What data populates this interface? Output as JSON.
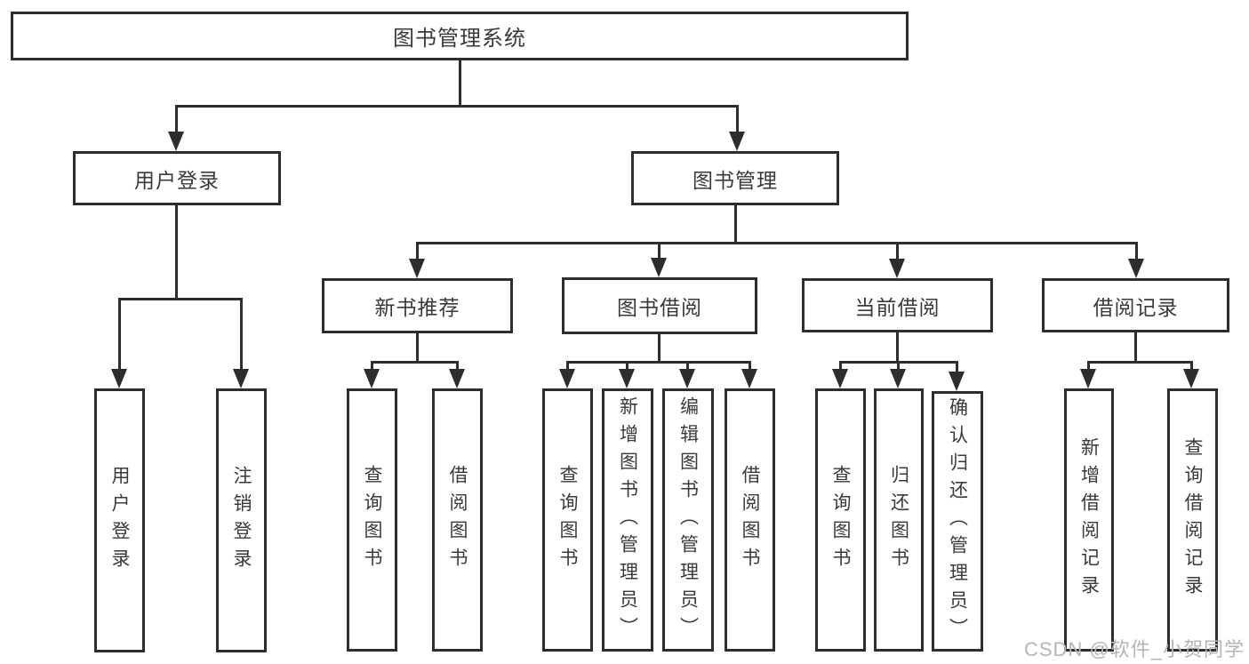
{
  "tree": {
    "root": "图书管理系统",
    "branches": [
      {
        "label": "用户登录",
        "children": [
          "用户登录",
          "注销登录"
        ]
      },
      {
        "label": "图书管理",
        "groups": [
          {
            "label": "新书推荐",
            "children": [
              "查询图书",
              "借阅图书"
            ]
          },
          {
            "label": "图书借阅",
            "children": [
              "查询图书",
              "新增图书（管理员）",
              "编辑图书（管理员）",
              "借阅图书"
            ]
          },
          {
            "label": "当前借阅",
            "children": [
              "查询图书",
              "归还图书",
              "确认归还（管理员）"
            ]
          },
          {
            "label": "借阅记录",
            "children": [
              "新增借阅记录",
              "查询借阅记录"
            ]
          }
        ]
      }
    ]
  },
  "watermark": {
    "text": "CSDN @软件_小贺同学"
  },
  "colors": {
    "line": "#2d2d2d",
    "text": "#3a3a3a",
    "background": "#ffffff",
    "watermark": "#b5b5b5"
  }
}
